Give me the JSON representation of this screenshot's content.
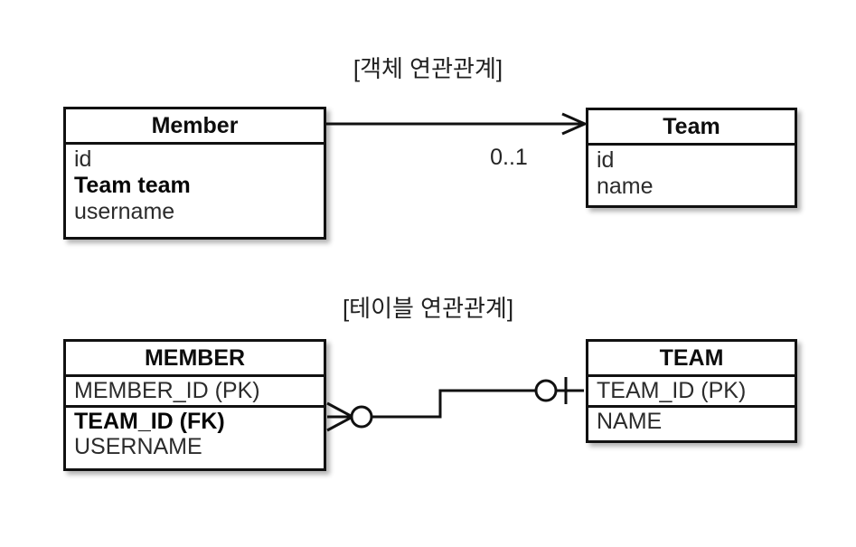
{
  "diagram": {
    "background_color": "#ffffff",
    "line_color": "#111111",
    "text_color": "#1a1a1a"
  },
  "sections": {
    "object": {
      "title": "[객체 연관관계]",
      "member": {
        "header": "Member",
        "attributes": [
          "id",
          "Team team",
          "username"
        ]
      },
      "team": {
        "header": "Team",
        "attributes": [
          "id",
          "name"
        ]
      },
      "association": {
        "multiplicity": "0..1",
        "arrow": "open-arrow-right",
        "direction": "Member -> Team"
      }
    },
    "table": {
      "title": "[테이블 연관관계]",
      "member": {
        "header": "MEMBER",
        "primary_key": "MEMBER_ID (PK)",
        "attributes": [
          "TEAM_ID (FK)",
          "USERNAME"
        ]
      },
      "team": {
        "header": "TEAM",
        "primary_key": "TEAM_ID (PK)",
        "attributes": [
          "NAME"
        ]
      },
      "relationship": {
        "left_cardinality": "zero-or-many",
        "right_cardinality": "zero-or-one",
        "notation": "crows-foot"
      }
    }
  }
}
